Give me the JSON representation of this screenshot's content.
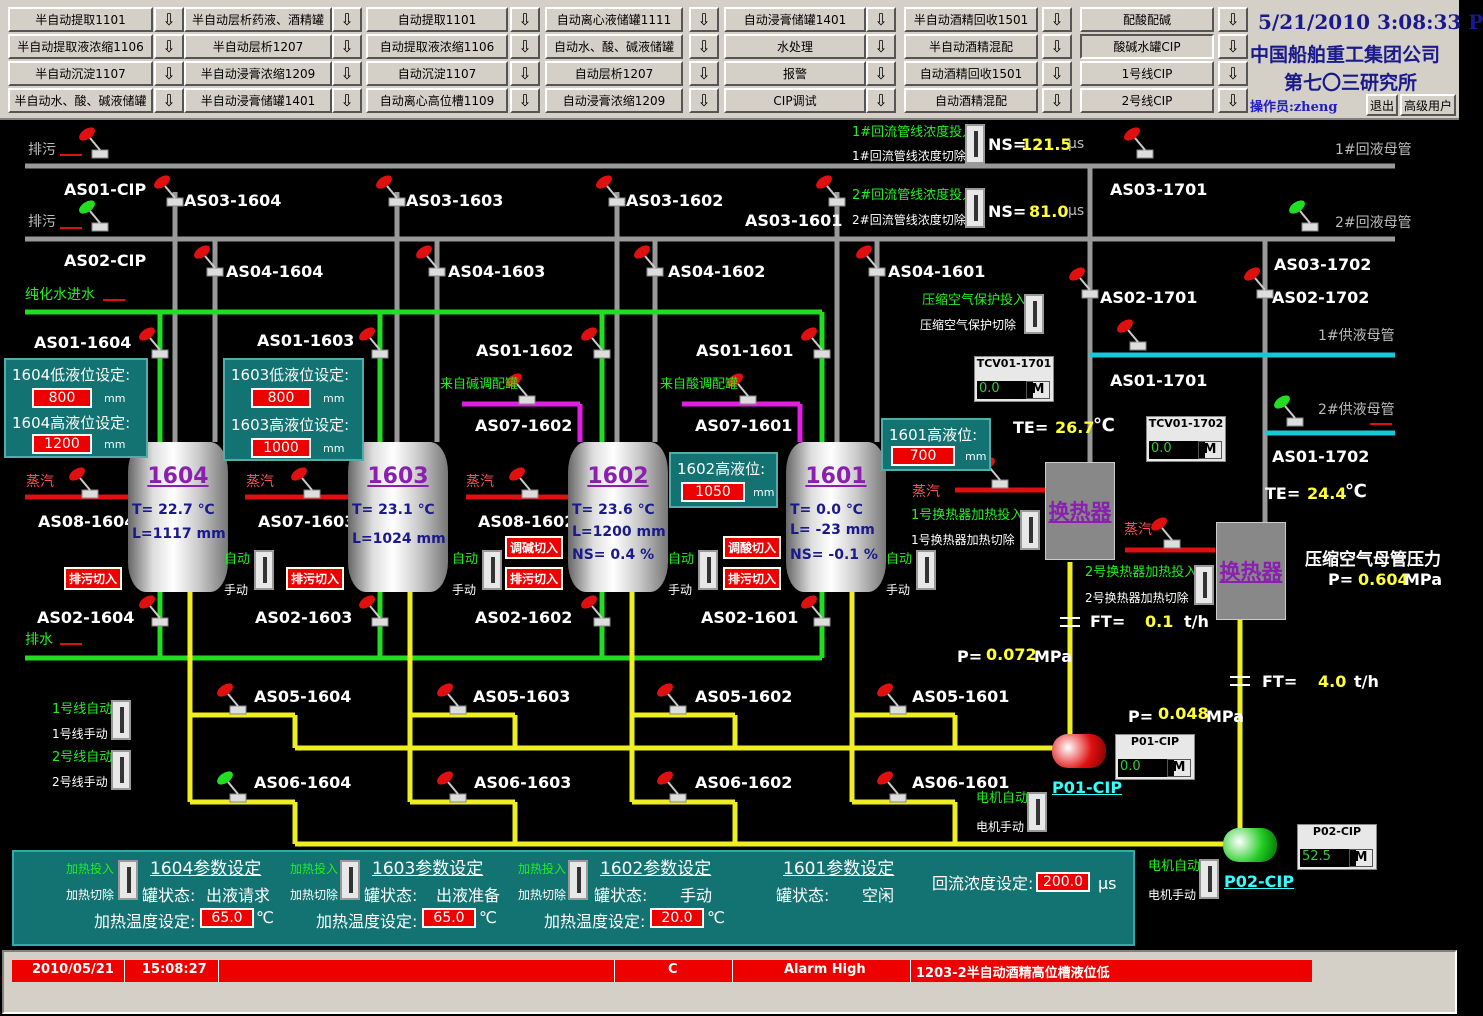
{
  "nav": {
    "r1": [
      "半自动提取1101",
      "半自动层析药液、酒精罐",
      "自动提取1101",
      "自动离心液储罐1111",
      "自动浸膏储罐1401",
      "半自动酒精回收1501",
      "配酸配碱"
    ],
    "r2": [
      "半自动提取液浓缩1106",
      "半自动层析1207",
      "自动提取液浓缩1106",
      "自动水、酸、碱液储罐",
      "水处理",
      "半自动酒精混配",
      "酸碱水罐CIP"
    ],
    "r3": [
      "半自动沉淀1107",
      "半自动浸膏浓缩1209",
      "自动沉淀1107",
      "自动层析1207",
      "报警",
      "自动酒精回收1501",
      "1号线CIP"
    ],
    "r4": [
      "半自动水、酸、碱液储罐",
      "半自动浸膏储罐1401",
      "自动离心高位槽1109",
      "自动浸膏浓缩1209",
      "CIP调试",
      "自动酒精混配",
      "2号线CIP"
    ],
    "arrow": "⇩"
  },
  "header": {
    "datetime": "5/21/2010 3:08:33 P",
    "company1": "中国船舶重工集团公司",
    "company2": "第七〇三研究所",
    "operator": "操作员:zheng",
    "logout": "退出",
    "advanced": "高级用户"
  },
  "pipes": {
    "drain1": "排污",
    "drain2": "排污",
    "purified": "纯化水进水",
    "drainwater": "排水",
    "return1": "1#回液母管",
    "return2": "2#回液母管",
    "supply1": "1#供液母管",
    "supply2": "2#供液母管",
    "alkali": "来自碱调配罐",
    "acid": "来自酸调配罐"
  },
  "valves": {
    "as01cip": "AS01-CIP",
    "as02cip": "AS02-CIP",
    "as03_1604": "AS03-1604",
    "as03_1603": "AS03-1603",
    "as03_1602": "AS03-1602",
    "as03_1601": "AS03-1601",
    "as03_1701": "AS03-1701",
    "as04_1604": "AS04-1604",
    "as04_1603": "AS04-1603",
    "as04_1602": "AS04-1602",
    "as04_1601": "AS04-1601",
    "as02_1701": "AS02-1701",
    "as02_1702": "AS02-1702",
    "as03_1702": "AS03-1702",
    "as01_1604": "AS01-1604",
    "as01_1603": "AS01-1603",
    "as01_1602": "AS01-1602",
    "as01_1601": "AS01-1601",
    "as01_1701": "AS01-1701",
    "as01_1702": "AS01-1702",
    "as07_1602a": "AS07-1602",
    "as07_1602b": "AS07-1601",
    "as08_1604": "AS08-1604",
    "as07_1603": "AS07-1603",
    "as08_1602": "AS08-1602",
    "as02_1604": "AS02-1604",
    "as02_1603": "AS02-1603",
    "as02_1602": "AS02-1602",
    "as02_1601": "AS02-1601",
    "as05_1604": "AS05-1604",
    "as05_1603": "AS05-1603",
    "as05_1602": "AS05-1602",
    "as05_1601": "AS05-1601",
    "as06_1604": "AS06-1604",
    "as06_1603": "AS06-1603",
    "as06_1602": "AS06-1602",
    "as06_1601": "AS06-1601"
  },
  "ns": {
    "r1_in": "1#回流管线浓度投入",
    "r1_out": "1#回流管线浓度切除",
    "r1_label": "NS=",
    "r1_val": "121.5",
    "r2_in": "2#回流管线浓度投入",
    "r2_out": "2#回流管线浓度切除",
    "r2_label": "NS=",
    "r2_val": "81.0",
    "unit": "μs"
  },
  "air": {
    "in": "压缩空气保护投入",
    "out": "压缩空气保护切除",
    "title": "压缩空气母管压力",
    "p_label": "P=",
    "p_val": "0.604",
    "p_unit": "MPa"
  },
  "t1604": {
    "name": "1604",
    "tl": "T=",
    "t": "22.7",
    "tu": "℃",
    "ll": "L=",
    "l": "1117",
    "lu": "mm",
    "setlow": "1604低液位设定:",
    "low": "800",
    "sethigh": "1604高液位设定:",
    "high": "1200",
    "unit": "mm",
    "steam": "蒸汽",
    "drainbtn": "排污切入"
  },
  "t1603": {
    "name": "1603",
    "tl": "T=",
    "t": "23.1",
    "tu": "℃",
    "ll": "L=",
    "l": "1024",
    "lu": "mm",
    "setlow": "1603低液位设定:",
    "low": "800",
    "sethigh": "1603高液位设定:",
    "high": "1000",
    "unit": "mm",
    "steam": "蒸汽",
    "drainbtn": "排污切入",
    "auto": "自动",
    "manual": "手动"
  },
  "t1602": {
    "name": "1602",
    "tl": "T=",
    "t": "23.6",
    "tu": "℃",
    "ll": "L=",
    "l": "1200",
    "lu": "mm",
    "ns": "NS=",
    "nsv": "0.4",
    "nsu": "%",
    "sethigh": "1602高液位:",
    "high": "1050",
    "unit": "mm",
    "steam": "蒸汽",
    "btn1": "调碱切入",
    "btn2": "排污切入",
    "auto": "自动",
    "manual": "手动"
  },
  "t1601": {
    "name": "1601",
    "tl": "T=",
    "t": "0.0",
    "tu": "℃",
    "ll": "L=",
    "l": "-23",
    "lu": "mm",
    "ns": "NS=",
    "nsv": "-0.1",
    "nsu": "%",
    "sethigh": "1601高液位:",
    "high": "700",
    "unit": "mm",
    "btn1": "调酸切入",
    "btn2": "排污切入",
    "auto": "自动",
    "manual": "手动"
  },
  "hx": {
    "label": "换热器",
    "steam1": "蒸汽",
    "steam2": "蒸汽",
    "h1in": "1号换热器加热投入",
    "h1out": "1号换热器加热切除",
    "h2in": "2号换热器加热投入",
    "h2out": "2号换热器加热切除",
    "te1": "TE=",
    "te1v": "26.7",
    "te1u": "℃",
    "te2": "TE=",
    "te2v": "24.4",
    "te2u": "℃",
    "tcv1": "TCV01-1701",
    "tcv1v": "0.0",
    "tcv2": "TCV01-1702",
    "tcv2v": "0.0",
    "m": "M"
  },
  "flow": {
    "ft1": "FT=",
    "ft1v": "0.1",
    "ft1u": "t/h",
    "ft2": "FT=",
    "ft2v": "4.0",
    "ft2u": "t/h",
    "p1": "P=",
    "p1v": "0.072",
    "p1u": "MPa",
    "p2": "P=",
    "p2v": "0.048",
    "p2u": "MPa"
  },
  "pumps": {
    "p1": "P01-CIP",
    "p2": "P02-CIP",
    "p1box": "P01-CIP",
    "p1v": "0.0",
    "p2box": "P02-CIP",
    "p2v": "52.5",
    "m": "M",
    "mauto": "电机自动",
    "mman": "电机手动",
    "mauto2": "电机自动",
    "mman2": "电机手动"
  },
  "lines": {
    "l1a": "1号线自动",
    "l1m": "1号线手动",
    "l2a": "2号线自动",
    "l2m": "2号线手动"
  },
  "params": {
    "p1604": {
      "title": "1604参数设定",
      "state": "罐状态:",
      "stv": "出液请求",
      "heat": "加热温度设定:",
      "hv": "65.0",
      "hin": "加热投入",
      "hout": "加热切除",
      "unit": "℃"
    },
    "p1603": {
      "title": "1603参数设定",
      "state": "罐状态:",
      "stv": "出液准备",
      "heat": "加热温度设定:",
      "hv": "65.0",
      "hin": "加热投入",
      "hout": "加热切除",
      "unit": "℃"
    },
    "p1602": {
      "title": "1602参数设定",
      "state": "罐状态:",
      "stv": "手动",
      "heat": "加热温度设定:",
      "hv": "20.0",
      "hin": "加热投入",
      "hout": "加热切除",
      "unit": "℃"
    },
    "p1601": {
      "title": "1601参数设定",
      "state": "罐状态:",
      "stv": "空闲"
    },
    "reflux": "回流浓度设定:",
    "refluxv": "200.0",
    "refluxu": "μs"
  },
  "alarm": {
    "date": "2010/05/21",
    "time": "15:08:27",
    "c": "C",
    "level": "Alarm High",
    "msg": "1203-2半自动酒精高位槽液位低"
  }
}
